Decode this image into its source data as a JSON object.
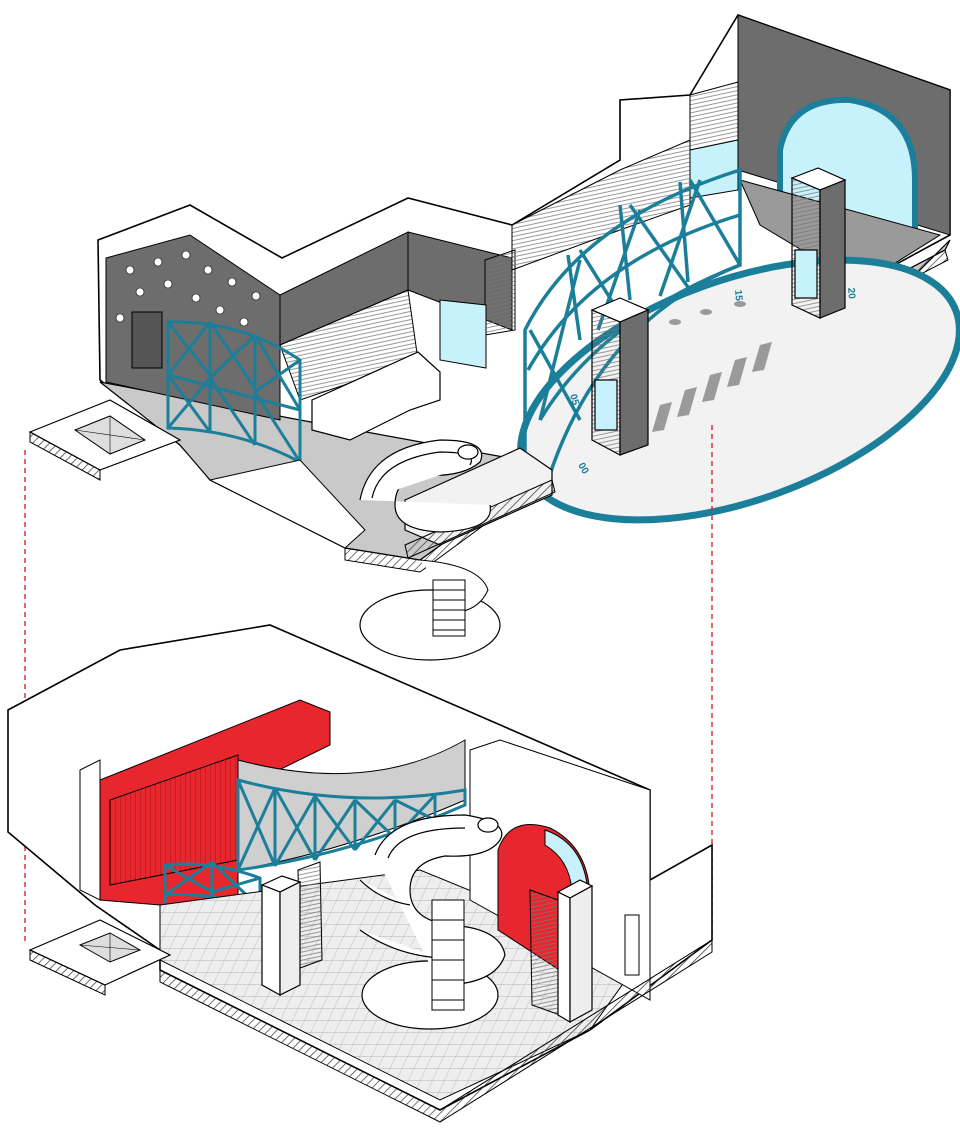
{
  "diagram": {
    "title": "",
    "floor_markings": [
      "00",
      "05",
      "15",
      "20"
    ]
  },
  "colors": {
    "line": "#000000",
    "wall_dark": "#6d6d6d",
    "floor_gray": "#c9c9c9",
    "frame_teal": "#1b7f9a",
    "glass": "#c8f2fb",
    "accent_red": "#e8262e",
    "guide_dash": "#d6262b"
  },
  "views": [
    {
      "id": "upper-level-axonometric"
    },
    {
      "id": "lower-level-axonometric"
    }
  ]
}
